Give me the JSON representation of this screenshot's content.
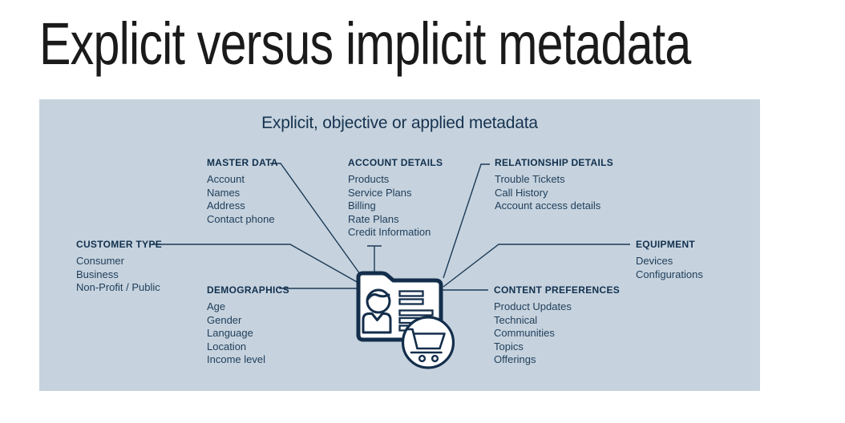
{
  "page_title": "Explicit versus implicit metadata",
  "diagram": {
    "title": "Explicit, objective or applied metadata",
    "groups": [
      {
        "id": "master-data",
        "label": "MASTER DATA",
        "items": [
          "Account",
          "Names",
          "Address",
          "Contact phone"
        ]
      },
      {
        "id": "account-details",
        "label": "ACCOUNT DETAILS",
        "items": [
          "Products",
          "Service Plans",
          "Billing",
          "Rate Plans",
          "Credit Information"
        ]
      },
      {
        "id": "relationship-details",
        "label": "RELATIONSHIP DETAILS",
        "items": [
          "Trouble Tickets",
          "Call History",
          "Account access details"
        ]
      },
      {
        "id": "customer-type",
        "label": "CUSTOMER TYPE",
        "items": [
          "Consumer",
          "Business",
          "Non-Profit / Public"
        ]
      },
      {
        "id": "demographics",
        "label": "DEMOGRAPHICS",
        "items": [
          "Age",
          "Gender",
          "Language",
          "Location",
          "Income level"
        ]
      },
      {
        "id": "equipment",
        "label": "EQUIPMENT",
        "items": [
          "Devices",
          "Configurations"
        ]
      },
      {
        "id": "content-preferences",
        "label": "CONTENT PREFERENCES",
        "items": [
          "Product Updates",
          "Technical",
          "Communities",
          "Topics",
          "Offerings"
        ]
      }
    ],
    "center_icon": "customer-profile-card-with-shopping-cart",
    "icons": [
      "folder-card-icon",
      "person-icon",
      "text-lines-icon",
      "shopping-cart-icon"
    ],
    "colors": {
      "panel_background": "#c6d3de",
      "navy_text": "#12304e",
      "item_text": "#1f3d5a",
      "line": "#1d3a57",
      "title_text": "#1a1a1a",
      "icon_fill": "#ffffff"
    }
  }
}
